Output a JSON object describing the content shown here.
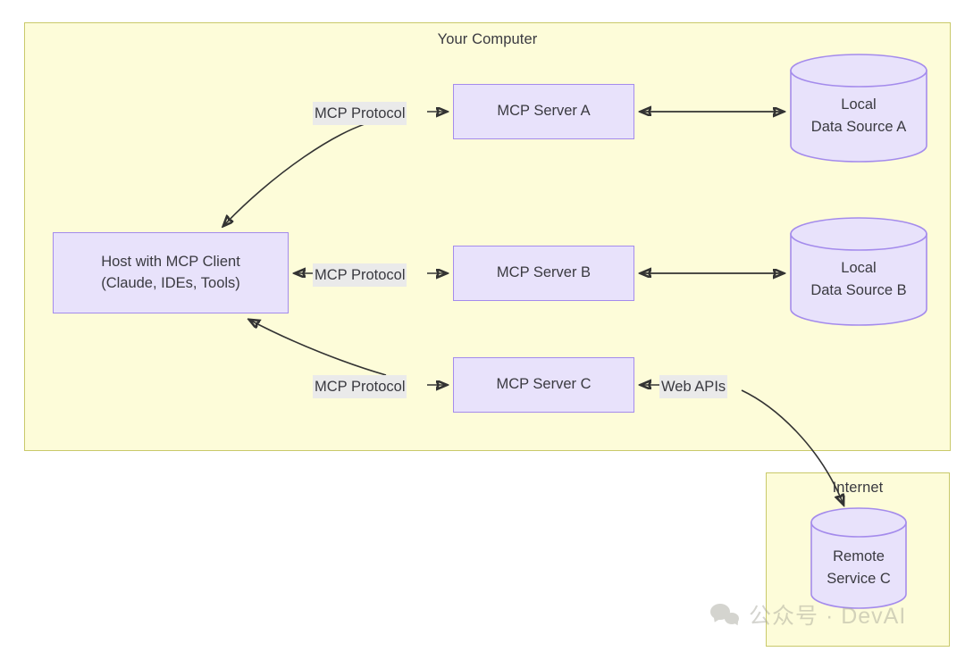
{
  "diagram": {
    "boundaries": {
      "computer": {
        "title": "Your Computer"
      },
      "internet": {
        "title": "Internet"
      }
    },
    "nodes": {
      "host": {
        "line1": "Host with MCP Client",
        "line2": "(Claude, IDEs, Tools)"
      },
      "server_a": {
        "label": "MCP Server A"
      },
      "server_b": {
        "label": "MCP Server B"
      },
      "server_c": {
        "label": "MCP Server C"
      },
      "data_source_a": {
        "line1": "Local",
        "line2": "Data Source A"
      },
      "data_source_b": {
        "line1": "Local",
        "line2": "Data Source B"
      },
      "remote_service_c": {
        "line1": "Remote",
        "line2": "Service C"
      }
    },
    "edge_labels": {
      "protocol_a": "MCP Protocol",
      "protocol_b": "MCP Protocol",
      "protocol_c": "MCP Protocol",
      "web_apis": "Web APIs"
    },
    "colors": {
      "boundary_fill": "#fdfcd9",
      "boundary_stroke": "#c9c96a",
      "node_fill": "#e8e2fb",
      "node_stroke": "#a48bec",
      "edge_stroke": "#333333",
      "edge_label_bg": "#eaeaea",
      "text": "#3a3a40"
    }
  },
  "watermark": {
    "icon": "wechat-icon",
    "text": "公众号 · DevAI"
  }
}
